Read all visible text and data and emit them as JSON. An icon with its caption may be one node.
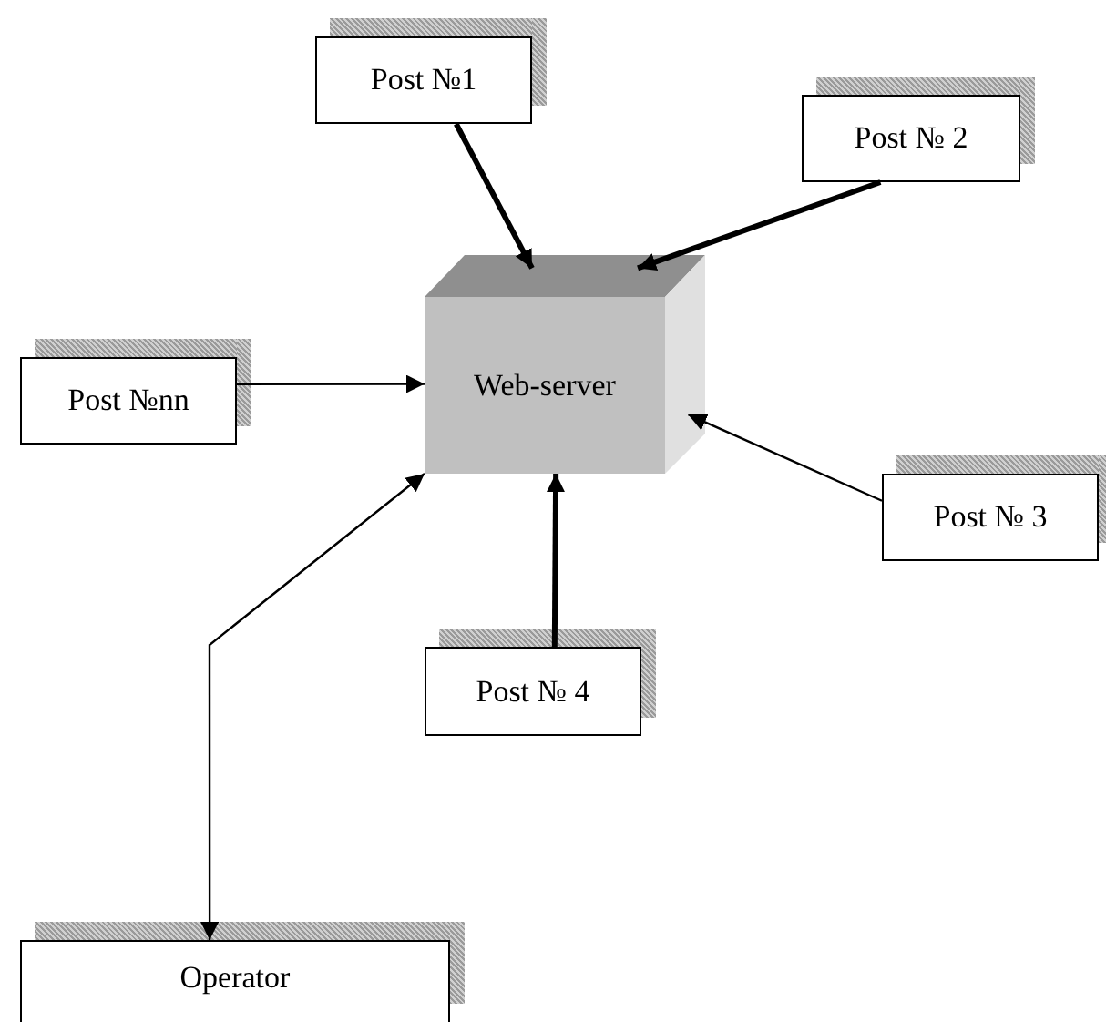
{
  "diagram": {
    "nodes": [
      {
        "text": [
          "Post №1"
        ]
      },
      {
        "text": [
          "Post № 2"
        ]
      },
      {
        "text": [
          "Post №nn"
        ]
      },
      {
        "text": [
          "Web-server"
        ]
      },
      {
        "text": [
          "Post № 3"
        ]
      },
      {
        "text": [
          "Post № 4"
        ]
      },
      {
        "text": [
          "Operator"
        ]
      }
    ],
    "edges": [
      {
        "from": 0,
        "to": 3,
        "arrow": "to",
        "style": "thick"
      },
      {
        "from": 1,
        "to": 3,
        "arrow": "to",
        "style": "thick"
      },
      {
        "from": 2,
        "to": 3,
        "arrow": "to"
      },
      {
        "from": 4,
        "to": 3,
        "arrow": "to"
      },
      {
        "from": 5,
        "to": 3,
        "arrow": "to",
        "style": "thick"
      },
      {
        "from": 6,
        "to": 3,
        "arrow": "both"
      }
    ]
  }
}
